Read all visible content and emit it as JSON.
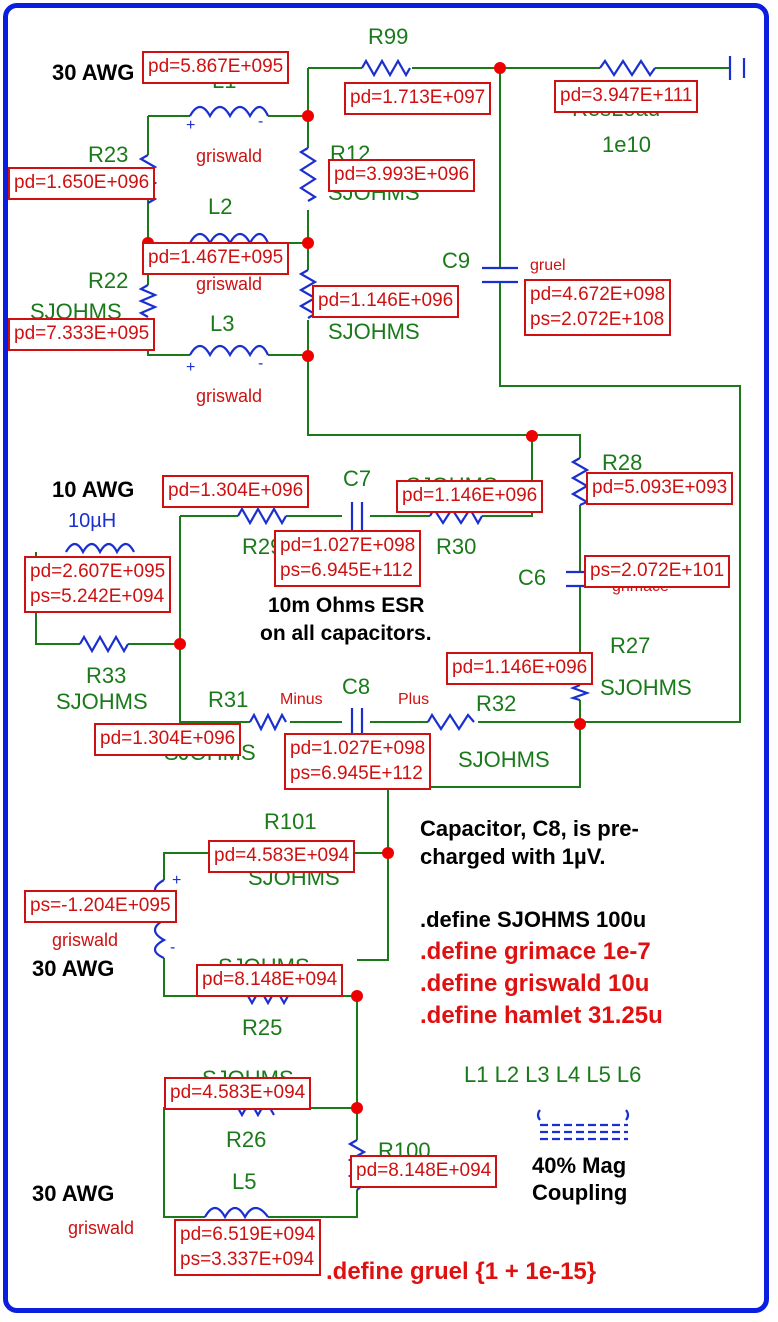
{
  "components": {
    "L1": "L1",
    "L2": "L2",
    "L3": "L3",
    "L5": "L5",
    "R99": "R99",
    "R12": "R12",
    "R22": "R22",
    "R23": "R23",
    "ResLoad": "ResLoad",
    "ResLoad_value": "1e10",
    "C9": "C9",
    "C7": "C7",
    "C6": "C6",
    "C8": "C8",
    "R28": "R28",
    "R29": "R29",
    "R30": "R30",
    "R27": "R27",
    "R31": "R31",
    "R32": "R32",
    "R33": "R33",
    "R101": "R101",
    "R25": "R25",
    "R26": "R26",
    "R100": "R100",
    "ind_10uH": "10µH"
  },
  "values": {
    "sjohms": "SJOHMS",
    "griswald": "griswald",
    "gruel": "gruel",
    "grimace": "grimace",
    "minus": "Minus",
    "plus": "Plus",
    "pin_plus": "+",
    "pin_minus": "-"
  },
  "wire_gauge": {
    "a": "30 AWG",
    "b": "10 AWG",
    "c": "30 AWG",
    "d": "30 AWG"
  },
  "probes": {
    "p_l1": "pd=5.867E+095",
    "p_r99": "pd=1.713E+097",
    "p_resload": "pd=3.947E+111",
    "p_r23": "pd=1.650E+096",
    "p_r12": "pd=3.993E+096",
    "p_l2": "pd=1.467E+095",
    "p_r_mid": "pd=1.146E+096",
    "p_r22": "pd=7.333E+095",
    "p_c9_pd": "pd=4.672E+098",
    "p_c9_ps": "ps=2.072E+108",
    "p_r29": "pd=1.304E+096",
    "p_r30": "pd=1.146E+096",
    "p_r28": "pd=5.093E+093",
    "p_10uh_pd": "pd=2.607E+095",
    "p_10uh_ps": "ps=5.242E+094",
    "p_c7_pd": "pd=1.027E+098",
    "p_c7_ps": "ps=6.945E+112",
    "p_c6": "ps=2.072E+101",
    "p_r27": "pd=1.146E+096",
    "p_r31": "pd=1.304E+096",
    "p_c8_pd": "pd=1.027E+098",
    "p_c8_ps": "ps=6.945E+112",
    "p_r101": "pd=4.583E+094",
    "p_l4": "ps=-1.204E+095",
    "p_r25": "pd=8.148E+094",
    "p_r26": "pd=4.583E+094",
    "p_r100": "pd=8.148E+094",
    "p_l5_pd": "pd=6.519E+094",
    "p_l5_ps": "ps=3.337E+094"
  },
  "notes": {
    "esr_1": "10m Ohms ESR",
    "esr_2": "on all capacitors.",
    "precharge_1": "Capacitor, C8, is pre-",
    "precharge_2": "charged with 1µV.",
    "def_sjohms": ".define SJOHMS 100u",
    "def_grimace": ".define grimace 1e-7",
    "def_griswald": ".define griswald 10u",
    "def_hamlet": ".define hamlet 31.25u",
    "def_gruel": ".define gruel {1 + 1e-15}",
    "coupling_list": "L1 L2 L3 L4 L5 L6",
    "coupling_1": "40% Mag",
    "coupling_2": "Coupling"
  },
  "colors": {
    "frame": "#0a1ee0",
    "wire": "#1a7a1a",
    "part": "#1a2fd0",
    "node": "#ee0000",
    "probe": "#d01010"
  }
}
